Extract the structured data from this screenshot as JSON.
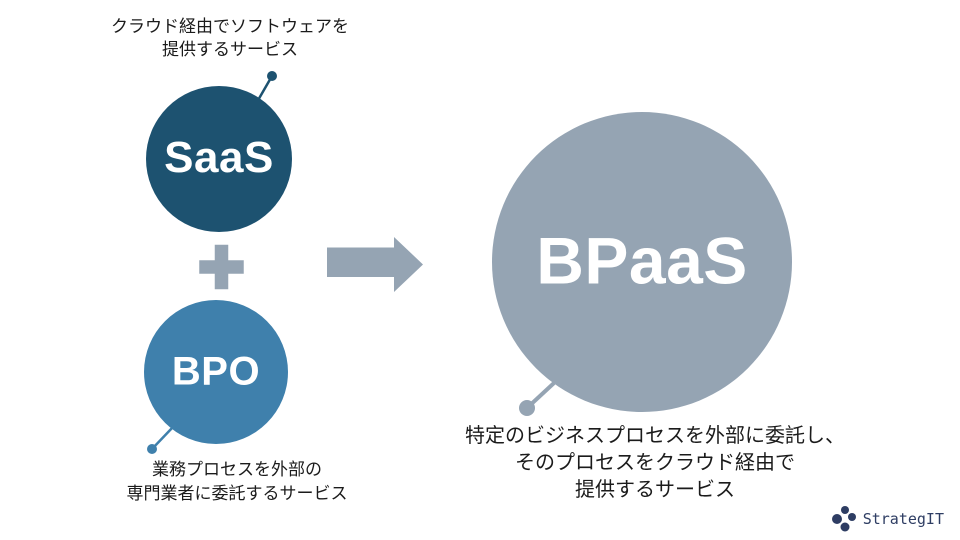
{
  "colors": {
    "bg": "#ffffff",
    "saas": "#1d5270",
    "bpo": "#3f80ac",
    "gray": "#95a4b3",
    "text": "#1b1b1b",
    "logo": "#2e3d63",
    "label": "#ffffff"
  },
  "saas": {
    "label": "SaaS",
    "caption": "クラウド経由でソフトウェアを\n提供するサービス"
  },
  "bpo": {
    "label": "BPO",
    "caption": "業務プロセスを外部の\n専門業者に委託するサービス"
  },
  "bpaas": {
    "label": "BPaaS",
    "caption": "特定のビジネスプロセスを外部に委託し、\nそのプロセスをクラウド経由で\n提供するサービス"
  },
  "operators": {
    "plus_icon": "plus",
    "arrow_icon": "arrow-right"
  },
  "logo": {
    "text": "StrategIT"
  }
}
